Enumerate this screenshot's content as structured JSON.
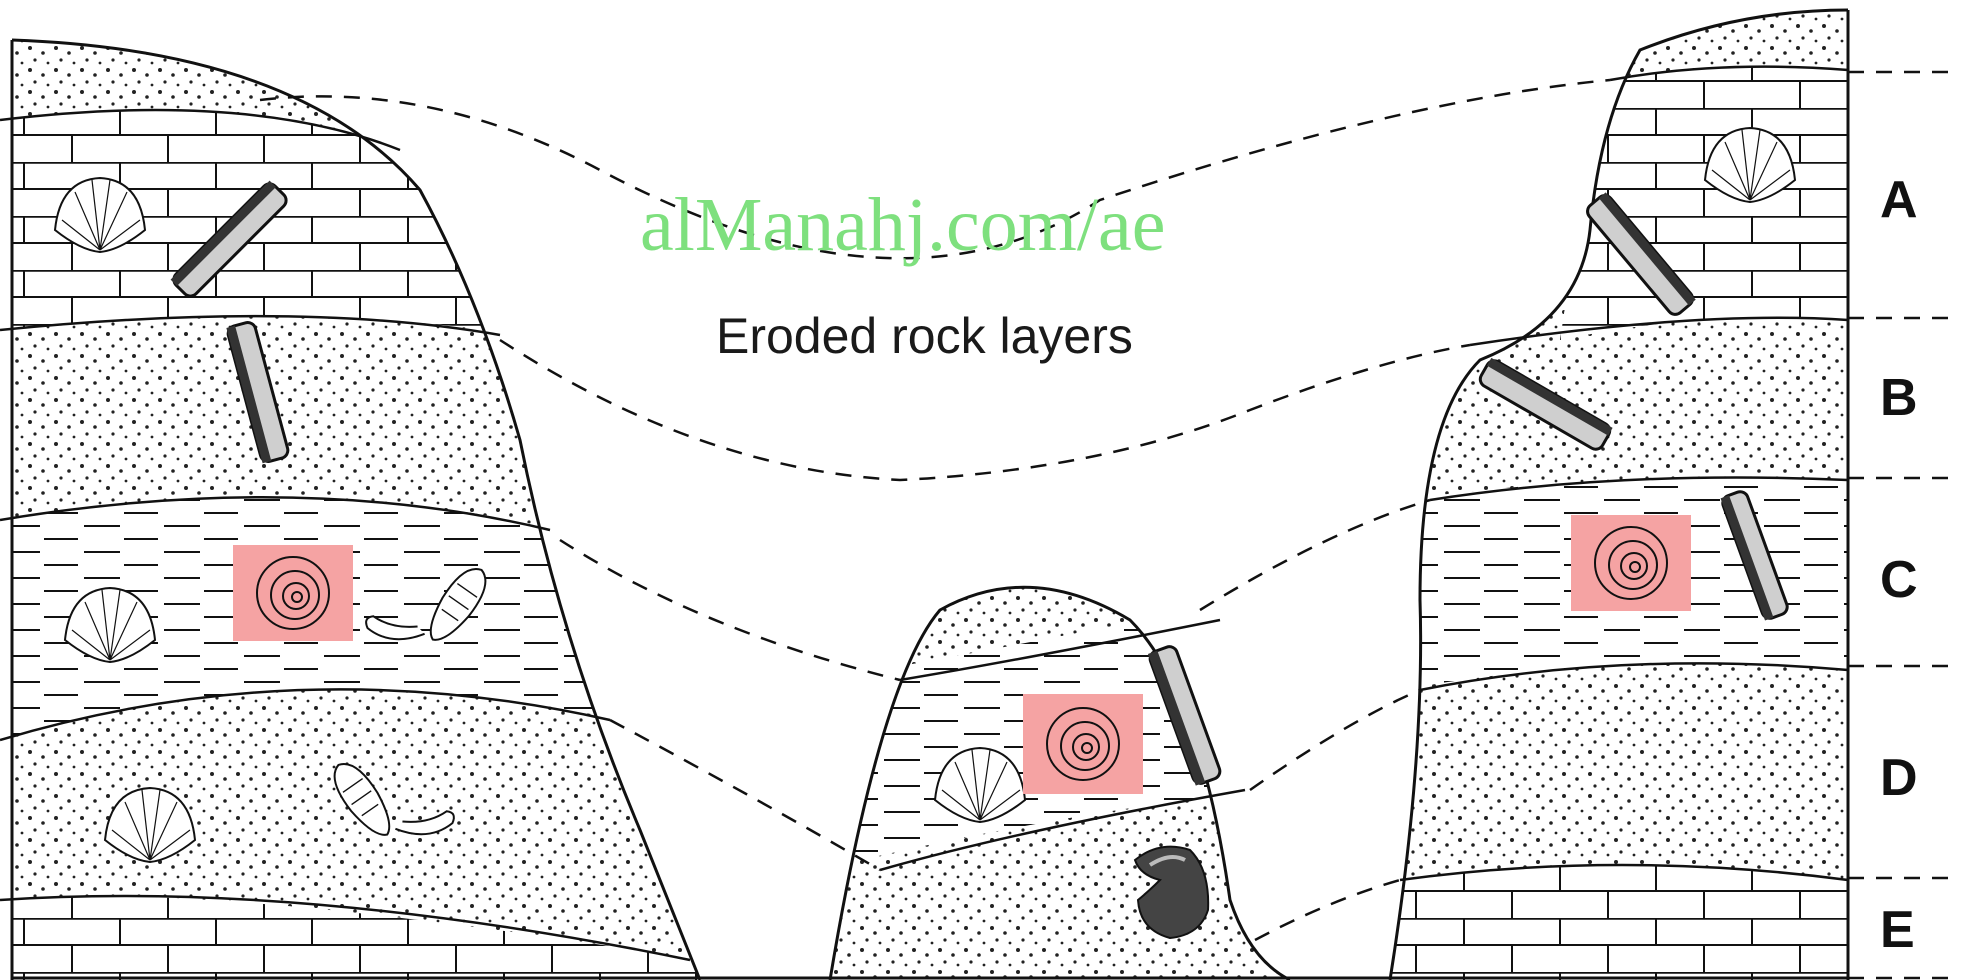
{
  "watermark": "alManahj.com/ae",
  "title": "Eroded rock layers",
  "layers": [
    "A",
    "B",
    "C",
    "D",
    "E"
  ],
  "colors": {
    "ink": "#111111",
    "highlight": "#f5a3a3",
    "watermark": "#7ee07e"
  },
  "fossils": [
    "scallop-shell-icon",
    "crinoid-stem-icon",
    "ammonite-icon",
    "trilobite-icon",
    "horn-coral-icon"
  ]
}
